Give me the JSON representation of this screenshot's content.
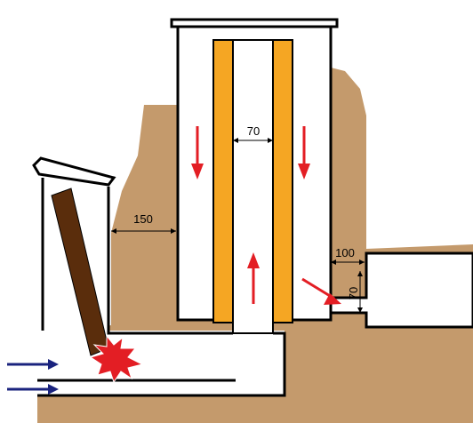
{
  "labels": {
    "gap_between_walls": "150",
    "inner_channel_width": "70",
    "outlet_length": "100",
    "outlet_height": "70"
  },
  "colors": {
    "earth": "#c49a6c",
    "insulation": "#f5a623",
    "log": "#5a2d0c",
    "flow_arrow": "#e31e24",
    "air_arrow": "#1a237e",
    "fire": "#e31e24",
    "outline": "#000000"
  }
}
